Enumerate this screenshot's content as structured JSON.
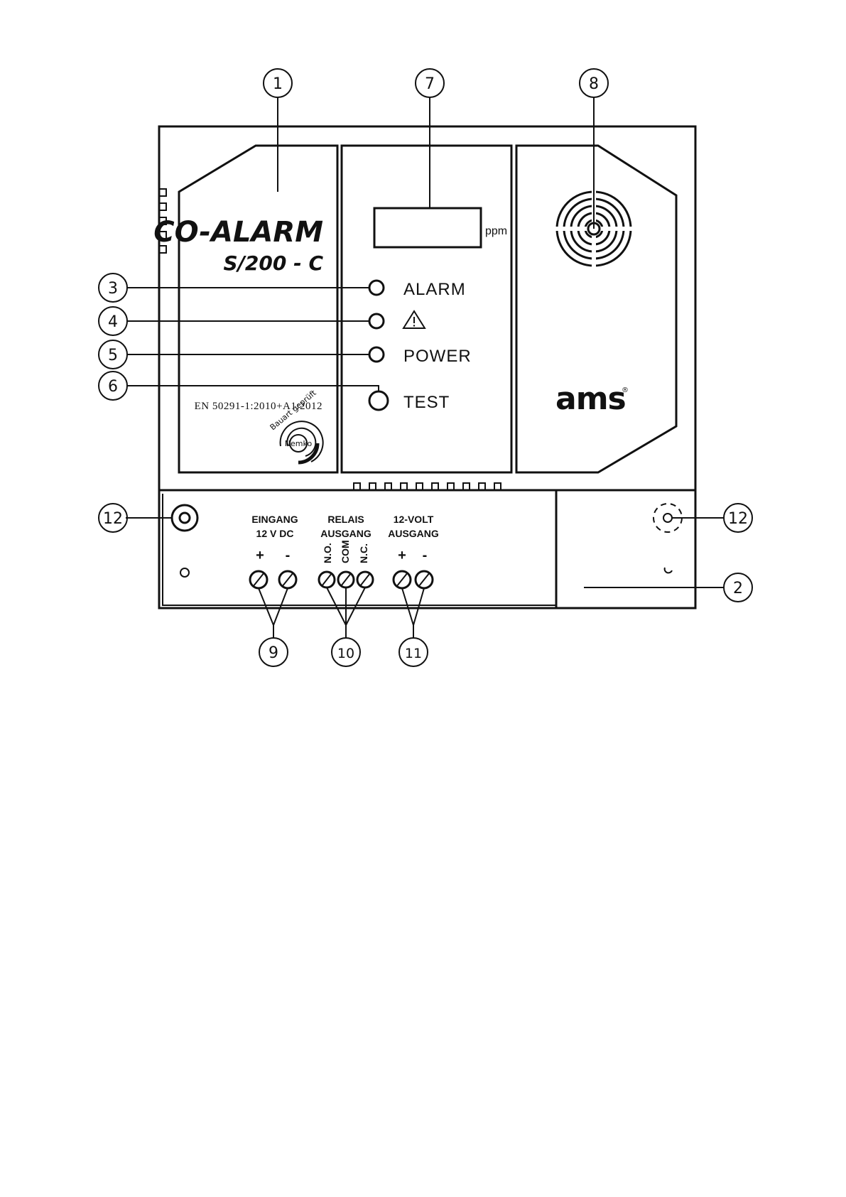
{
  "device": {
    "brand_title": "CO-ALARM",
    "model": "S/200 - C",
    "standard": "EN 50291-1:2010+A1:2012",
    "approval_seal": "Bauart geprüft",
    "approval_body": "Nemko",
    "display_unit": "ppm",
    "logo": "ams",
    "logo_mark": "®"
  },
  "indicators": {
    "alarm": "ALARM",
    "warning_icon": "warning-triangle-icon",
    "power": "POWER",
    "test": "TEST"
  },
  "terminals": {
    "input": {
      "line1": "EINGANG",
      "line2": "12 V DC",
      "plus": "+",
      "minus": "-"
    },
    "relay": {
      "line1": "RELAIS",
      "line2": "AUSGANG",
      "no": "N.O.",
      "com": "COM",
      "nc": "N.C."
    },
    "output": {
      "line1": "12-VOLT",
      "line2": "AUSGANG",
      "plus": "+",
      "minus": "-"
    }
  },
  "callouts": {
    "c1": "1",
    "c2": "2",
    "c3": "3",
    "c4": "4",
    "c5": "5",
    "c6": "6",
    "c7": "7",
    "c8": "8",
    "c9": "9",
    "c10": "10",
    "c11": "11",
    "c12_left": "12",
    "c12_right": "12"
  }
}
